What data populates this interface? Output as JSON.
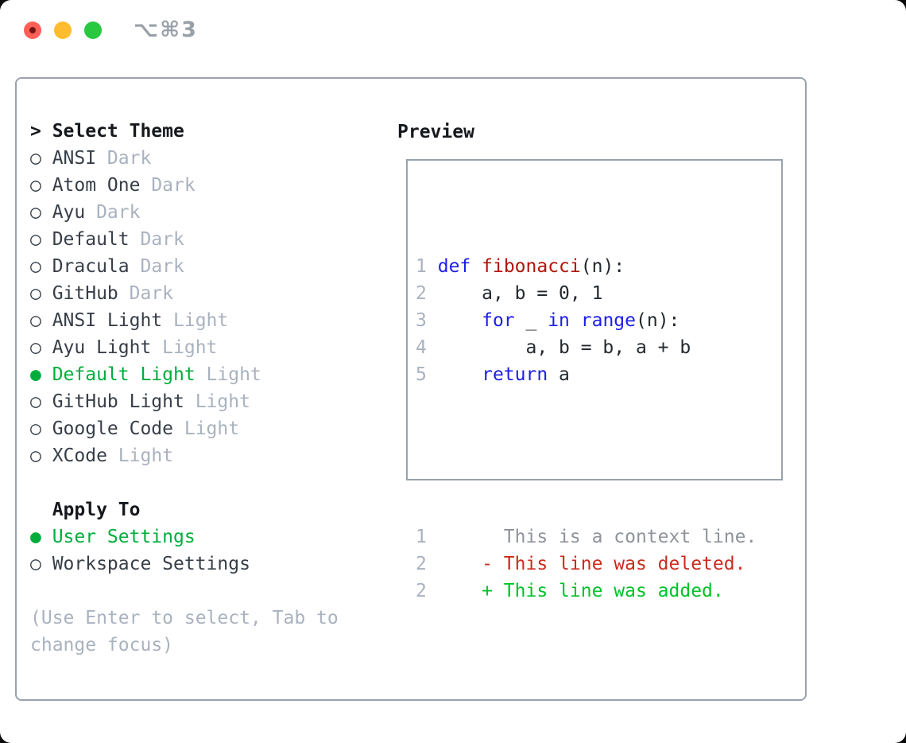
{
  "window": {
    "shortcut_label": "⌥⌘3",
    "traffic_lights": [
      "close",
      "minimize",
      "zoom"
    ]
  },
  "colors": {
    "light_red": "#ff5f57",
    "light_yellow": "#febc2e",
    "light_green": "#28c840",
    "border": "#98a2ae",
    "ink": "#373e48",
    "muted": "#a9b2bf",
    "green": "#00ad3c",
    "green_add": "#00c228",
    "red_del": "#cb2b1d",
    "red_fn": "#b01408",
    "blue_kw": "#1d1de8"
  },
  "theme_panel": {
    "title_marker": ">",
    "title": "Select Theme",
    "radio_unselected": "○",
    "radio_selected": "●",
    "themes": [
      {
        "name": "ANSI",
        "badge": "Dark",
        "selected": false
      },
      {
        "name": "Atom One",
        "badge": "Dark",
        "selected": false
      },
      {
        "name": "Ayu",
        "badge": "Dark",
        "selected": false
      },
      {
        "name": "Default",
        "badge": "Dark",
        "selected": false
      },
      {
        "name": "Dracula",
        "badge": "Dark",
        "selected": false
      },
      {
        "name": "GitHub",
        "badge": "Dark",
        "selected": false
      },
      {
        "name": "ANSI Light",
        "badge": "Light",
        "selected": false
      },
      {
        "name": "Ayu Light",
        "badge": "Light",
        "selected": false
      },
      {
        "name": "Default Light",
        "badge": "Light",
        "selected": true
      },
      {
        "name": "GitHub Light",
        "badge": "Light",
        "selected": false
      },
      {
        "name": "Google Code",
        "badge": "Light",
        "selected": false
      },
      {
        "name": "XCode",
        "badge": "Light",
        "selected": false
      }
    ],
    "apply_to": {
      "title": "Apply To",
      "options": [
        {
          "name": "User Settings",
          "selected": true
        },
        {
          "name": "Workspace Settings",
          "selected": false
        }
      ]
    },
    "help_lines": [
      "(Use Enter to select, Tab to",
      "change focus)"
    ]
  },
  "preview": {
    "title": "Preview",
    "code_lines": [
      [
        [
          "num",
          "1"
        ],
        [
          "p",
          " "
        ],
        [
          "kw",
          "def"
        ],
        [
          "p",
          " "
        ],
        [
          "fn",
          "fibonacci"
        ],
        [
          "p",
          "(n):"
        ]
      ],
      [
        [
          "num",
          "2"
        ],
        [
          "p",
          "     a, b = 0, 1"
        ]
      ],
      [
        [
          "num",
          "3"
        ],
        [
          "p",
          "     "
        ],
        [
          "kw",
          "for"
        ],
        [
          "p",
          " _ "
        ],
        [
          "kw",
          "in"
        ],
        [
          "p",
          " "
        ],
        [
          "kw",
          "range"
        ],
        [
          "p",
          "(n):"
        ]
      ],
      [
        [
          "num",
          "4"
        ],
        [
          "p",
          "         a, b = b, a + b"
        ]
      ],
      [
        [
          "num",
          "5"
        ],
        [
          "p",
          "     "
        ],
        [
          "kw",
          "return"
        ],
        [
          "p",
          " a"
        ]
      ]
    ],
    "diff_lines": [
      [
        [
          "num",
          "1"
        ],
        [
          "ctx",
          "       This is a context line."
        ]
      ],
      [
        [
          "num",
          "2"
        ],
        [
          "del",
          "     - This line was deleted."
        ]
      ],
      [
        [
          "num",
          "2"
        ],
        [
          "add",
          "     + This line was added."
        ]
      ]
    ]
  }
}
